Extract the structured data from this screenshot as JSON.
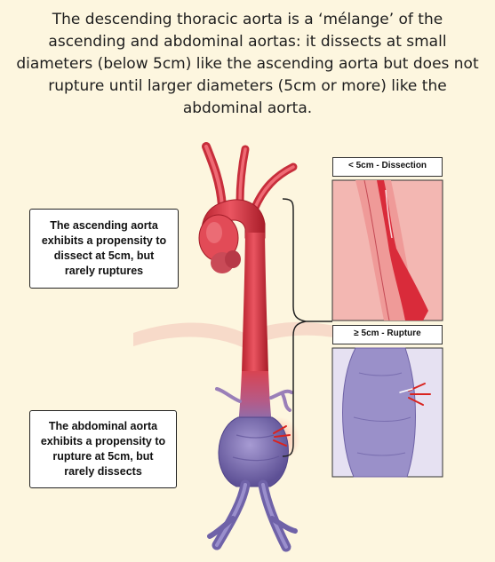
{
  "headline": "The descending thoracic aorta is a ‘mélange’ of the ascending and abdominal aortas: it dissects at small diameters (below 5cm) like the ascending aorta but does not rupture until larger diameters (5cm or more) like the abdominal aorta.",
  "notes": {
    "ascending": "The ascending aorta exhibits a propensity to dissect at 5cm, but rarely ruptures",
    "abdominal": "The abdominal aorta exhibits a propensity to rupture at 5cm, but rarely dissects"
  },
  "panels": {
    "dissection_label": "< 5cm - Dissection",
    "rupture_label": "≥ 5cm - Rupture"
  },
  "colors": {
    "background": "#fdf6df",
    "artery_red": "#e0414e",
    "aneurysm_purple": "#8c7fbf",
    "rupture_blood": "#d9231f"
  }
}
